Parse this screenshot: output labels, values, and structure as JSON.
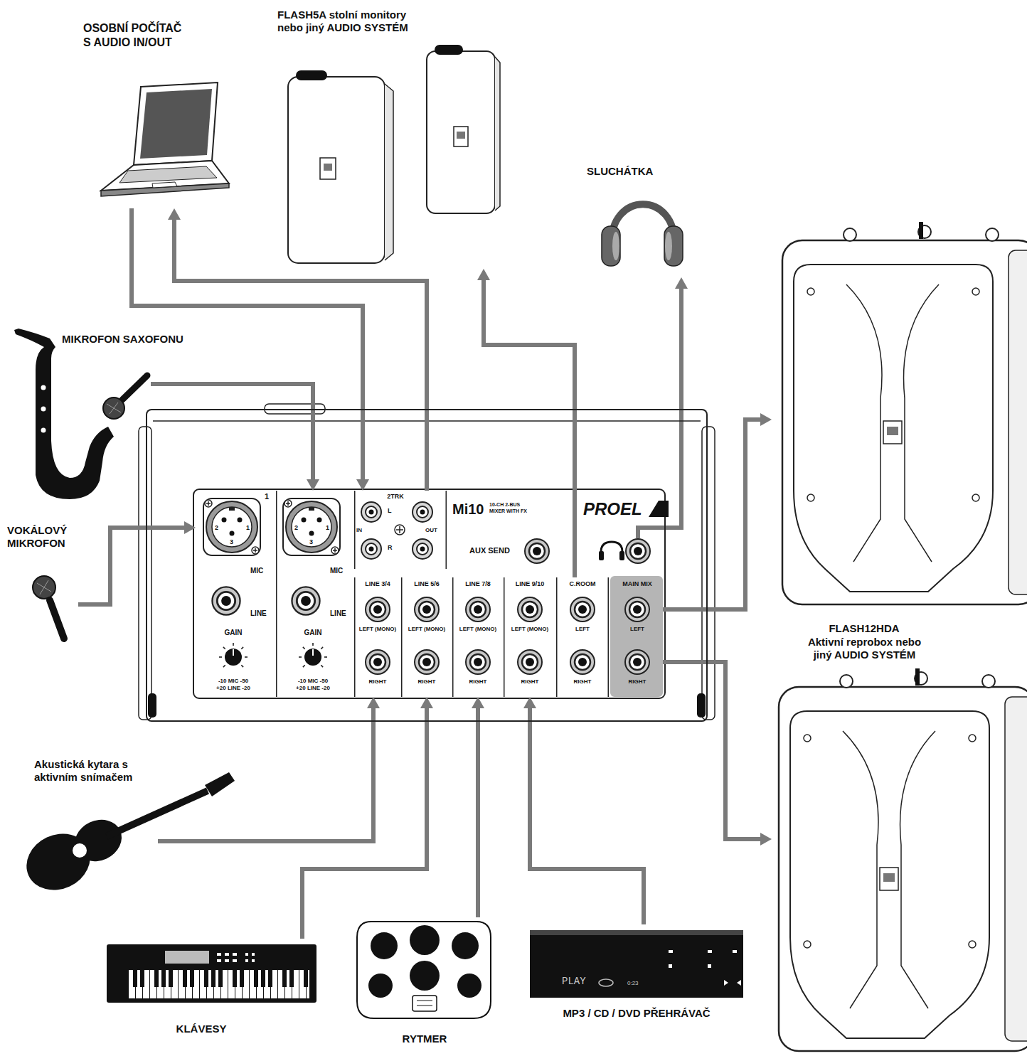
{
  "diagram": {
    "nodes": [
      {
        "text": [
          "OSOBNÍ POČÍTAČ S AUDIO IN/OUT"
        ]
      },
      {
        "text": [
          "FLASH5A stolní monitory nebo jiný AUDIO SYSTÉM"
        ]
      },
      {
        "text": [
          "SLUCHÁTKA"
        ]
      },
      {
        "text": [
          "MIKROFON SAXOFONU"
        ]
      },
      {
        "text": [
          "VOKÁLOVÝ MIKROFON"
        ]
      },
      {
        "text": [
          "Mi10",
          "10-CH 2-BUS MIXER WITH FX",
          "PROEL"
        ]
      },
      {
        "text": [
          "1",
          "2",
          "1",
          "3",
          "MIC",
          "LINE",
          "GAIN",
          "-10 MIC -50 +20 LINE -20"
        ],
        "in": 5
      },
      {
        "text": [
          "2",
          "1",
          "3",
          "MIC",
          "LINE",
          "GAIN",
          "-10 MIC -50 +20 LINE -20"
        ],
        "in": 5
      },
      {
        "text": [
          "2TRK",
          "L",
          "IN",
          "R",
          "OUT"
        ],
        "in": 5
      },
      {
        "text": [
          "AUX SEND"
        ],
        "in": 5
      },
      {
        "text": [
          "LINE 3/4",
          "LEFT (MONO)",
          "RIGHT"
        ],
        "in": 5
      },
      {
        "text": [
          "LINE 5/6",
          "LEFT (MONO)",
          "RIGHT"
        ],
        "in": 5
      },
      {
        "text": [
          "LINE 7/8",
          "LEFT (MONO)",
          "RIGHT"
        ],
        "in": 5
      },
      {
        "text": [
          "LINE 9/10",
          "LEFT (MONO)",
          "RIGHT"
        ],
        "in": 5
      },
      {
        "text": [
          "C.ROOM",
          "LEFT",
          "RIGHT"
        ],
        "in": 5
      },
      {
        "text": [
          "MAIN MIX",
          "LEFT",
          "RIGHT"
        ],
        "in": 5
      },
      {
        "text": [
          "FLASH12HDA",
          "Aktivní reprobox nebo jiný AUDIO SYSTÉM"
        ]
      },
      {
        "text": [
          "Akustická kytara s aktivním snímačem"
        ]
      },
      {
        "text": [
          "KLÁVESY"
        ]
      },
      {
        "text": [
          "RYTMER"
        ]
      },
      {
        "text": [
          "PLAY",
          "0:23",
          "MP3 / CD / DVD PŘEHRÁVAČ"
        ]
      }
    ],
    "edges": [
      {
        "from": 0,
        "to": 8,
        "arrow": "to"
      },
      {
        "from": 8,
        "to": 0,
        "arrow": "to"
      },
      {
        "from": 14,
        "to": 1,
        "arrow": "to"
      },
      {
        "from": 5,
        "to": 2,
        "arrow": "to"
      },
      {
        "from": 3,
        "to": 7,
        "arrow": "to"
      },
      {
        "from": 4,
        "to": 6,
        "arrow": "to"
      },
      {
        "from": 15,
        "to": 16,
        "arrow": "to"
      },
      {
        "from": 15,
        "to": 16,
        "arrow": "to"
      },
      {
        "from": 17,
        "to": 10,
        "arrow": "to"
      },
      {
        "from": 18,
        "to": 11,
        "arrow": "to"
      },
      {
        "from": 19,
        "to": 12,
        "arrow": "to"
      },
      {
        "from": 20,
        "to": 13,
        "arrow": "to"
      }
    ]
  }
}
